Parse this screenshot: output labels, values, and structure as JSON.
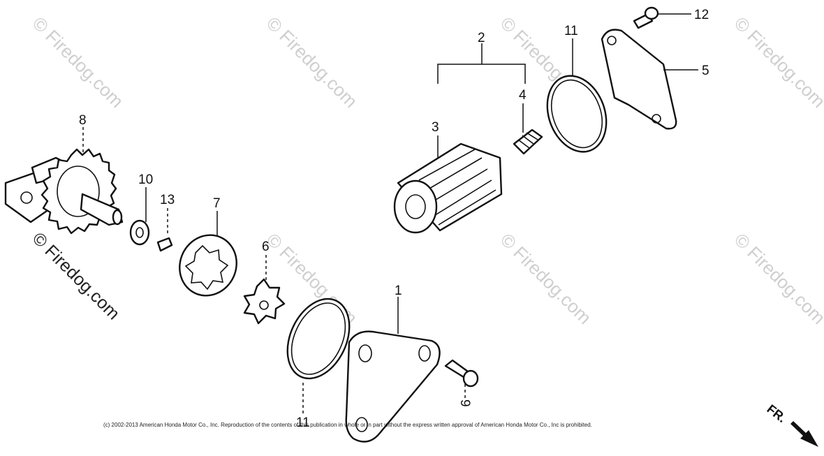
{
  "watermark": "© Firedog.com",
  "copyright": "(c) 2002-2013 American Honda Motor Co., Inc. Reproduction of the contents of this publication in whole or in part without the express written approval of American Honda Motor Co., Inc is prohibited.",
  "direction_label": "FR.",
  "callouts": {
    "c1": "1",
    "c2": "2",
    "c3": "3",
    "c4": "4",
    "c5": "5",
    "c6": "6",
    "c7": "7",
    "c8": "8",
    "c9": "9",
    "c10": "10",
    "c11a": "11",
    "c11b": "11",
    "c12": "12",
    "c13": "13"
  }
}
